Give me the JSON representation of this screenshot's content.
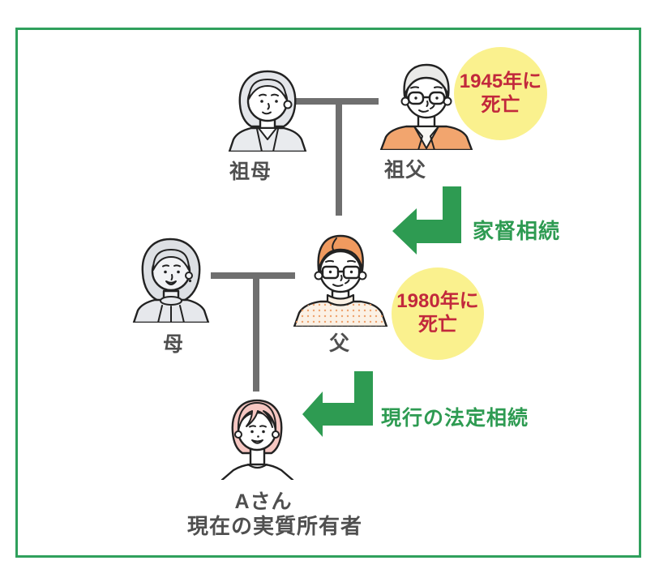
{
  "colors": {
    "frame_green": "#2FA05C",
    "arrow_green": "#2E9B52",
    "badge_yellow": "#FAF18E",
    "badge_text_red": "#C2283C",
    "connector_gray": "#6F6F6F",
    "label_gray": "#4F4F4F"
  },
  "people": {
    "grandmother": {
      "label": "祖母"
    },
    "grandfather": {
      "label": "祖父"
    },
    "mother": {
      "label": "母"
    },
    "father": {
      "label": "父"
    },
    "person_a": {
      "label": "Aさん",
      "sublabel": "現在の実質所有者"
    }
  },
  "death_badges": {
    "grandfather": {
      "line1": "1945年に",
      "line2": "死亡"
    },
    "father": {
      "line1": "1980年に",
      "line2": "死亡"
    }
  },
  "inheritance_arrows": {
    "headship": {
      "label": "家督相続"
    },
    "statutory": {
      "label": "現行の法定相続"
    }
  }
}
